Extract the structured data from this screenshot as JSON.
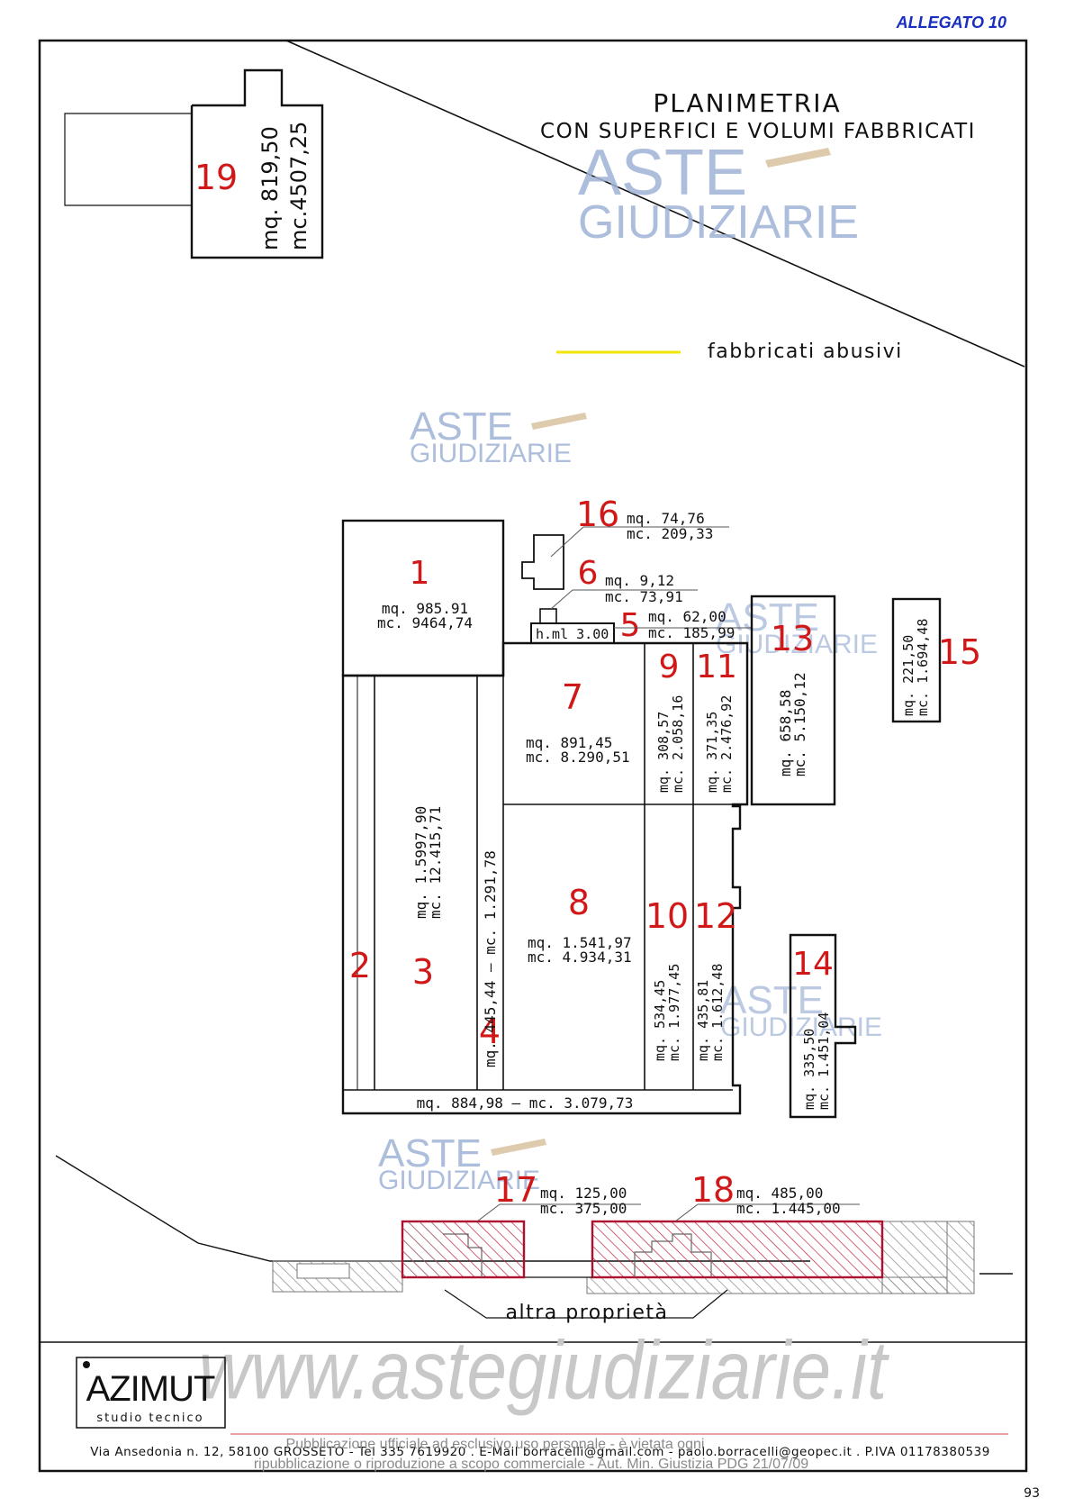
{
  "header": {
    "attachment": "ALLEGATO 10",
    "page_number": "93"
  },
  "title": {
    "line1": "PLANIMETRIA",
    "line2": "CON SUPERFICI E VOLUMI FABBRICATI"
  },
  "legend": {
    "label": "fabbricati abusivi",
    "color": "#f2e600"
  },
  "buildings": {
    "b1": {
      "num": "1",
      "mq": "mq. 985.91",
      "mc": "mc. 9464,74"
    },
    "b2": {
      "num": "2"
    },
    "b3": {
      "num": "3",
      "mq": "mq. 1.5997,90",
      "mc": "mc. 12.415,71"
    },
    "b4": {
      "num": "4",
      "text": "mq. 445,44 – mc. 1.291,78"
    },
    "b5": {
      "num": "5",
      "mq": "mq. 62,00",
      "mc": "mc. 185,99",
      "height": "h.ml 3.00"
    },
    "b6": {
      "num": "6",
      "mq": "mq. 9,12",
      "mc": "mc. 73,91"
    },
    "b7": {
      "num": "7",
      "mq": "mq. 891,45",
      "mc": "mc. 8.290,51"
    },
    "b8": {
      "num": "8",
      "mq": "mq. 1.541,97",
      "mc": "mc. 4.934,31"
    },
    "b9": {
      "num": "9",
      "mq": "mq. 308,57",
      "mc": "mc. 2.058,16"
    },
    "b10": {
      "num": "10",
      "mq": "mq. 534,45",
      "mc": "mc. 1.977,45"
    },
    "b11": {
      "num": "11",
      "mq": "mq. 371,35",
      "mc": "mc. 2.476,92"
    },
    "b12": {
      "num": "12",
      "mq": "mq. 435,81",
      "mc": "mc. 1.612,48"
    },
    "b13": {
      "num": "13",
      "mq": "mq. 658,58",
      "mc": "mc. 5.150,12"
    },
    "b14": {
      "num": "14",
      "mq": "mq. 335,50",
      "mc": "mc. 1.451,04"
    },
    "b15": {
      "num": "15",
      "mq": "mq. 221,50",
      "mc": "mc. 1.694,48"
    },
    "b16": {
      "num": "16",
      "mq": "mq. 74,76",
      "mc": "mc. 209,33"
    },
    "b17": {
      "num": "17",
      "mq": "mq. 125,00",
      "mc": "mc. 375,00"
    },
    "b18": {
      "num": "18",
      "mq": "mq. 485,00",
      "mc": "mc. 1.445,00"
    },
    "b19": {
      "num": "19",
      "mq": "mq. 819,50",
      "mc": "mc.4507,25"
    },
    "bottom_strip": {
      "text": "mq. 884,98 – mc. 3.079,73"
    }
  },
  "other_property": "altra proprietà",
  "watermarks": {
    "aste": "ASTE",
    "giudiziarie": "GIUDIZIARIE",
    "site": "www.astegiudiziarie.it"
  },
  "studio": {
    "logo": "AZIMUT",
    "subtitle": "studio tecnico"
  },
  "footer": {
    "address": "Via Ansedonia n. 12, 58100 GROSSETO - Tel 335 7619920 . E-Mail borracelli@gmail.com - paolo.borracelli@geopec.it . P.IVA 01178380539",
    "disclaimer1": "Pubblicazione ufficiale ad esclusivo uso personale - è vietata ogni",
    "disclaimer2": "ripubblicazione o riproduzione a scopo commerciale - Aut. Min. Giustizia PDG 21/07/09"
  }
}
